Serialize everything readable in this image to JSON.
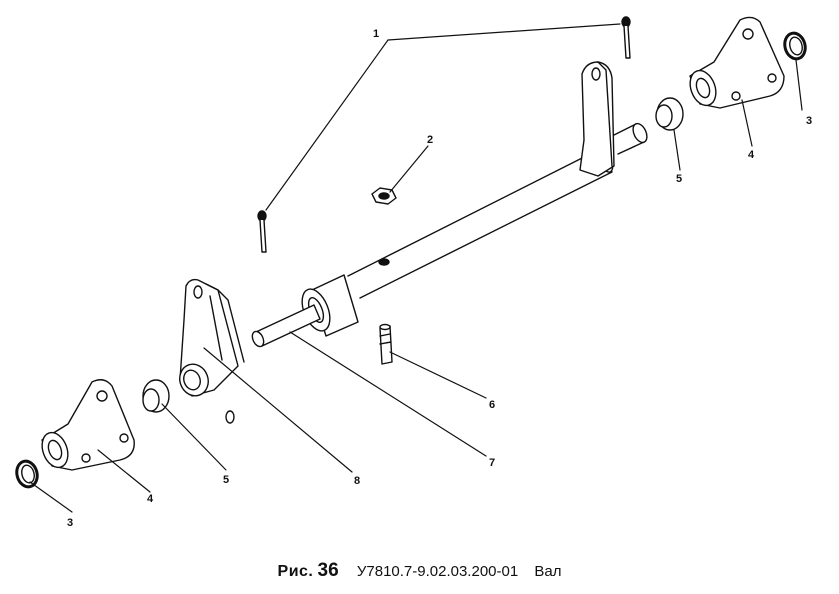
{
  "figure": {
    "caption_prefix": "Рис.",
    "caption_number": "36",
    "part_code": "У7810.7-9.02.03.200-01",
    "part_name": "Вал"
  },
  "callouts": [
    "1",
    "2",
    "3",
    "3",
    "4",
    "4",
    "5",
    "5",
    "6",
    "7",
    "8"
  ],
  "colors": {
    "line": "#111111",
    "paper": "#ffffff"
  }
}
